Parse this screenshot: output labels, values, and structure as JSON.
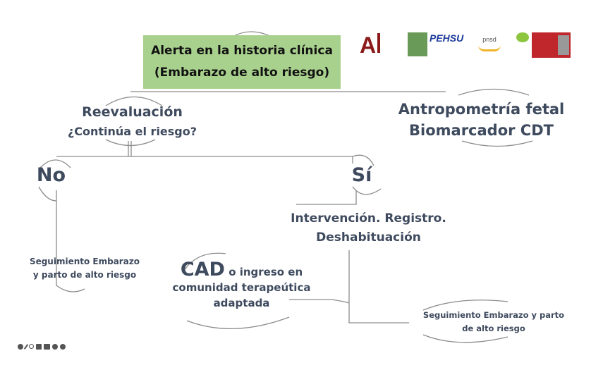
{
  "alert_box": {
    "line1": "Alerta en la historia clínica",
    "line2": "(Embarazo de alto riesgo)"
  },
  "reevaluation": {
    "line1": "Reevaluación",
    "line2": "¿Continúa el riesgo?"
  },
  "tests": {
    "line1": "Antropometría fetal",
    "line2": "Biomarcador CDT"
  },
  "no_label": "No",
  "yes_label": "Sí",
  "no_followup": {
    "line1": "Seguimiento Embarazo",
    "line2": "y parto de alto riesgo"
  },
  "intervention": {
    "line1": "Intervención. Registro.",
    "line2": "Deshabituación"
  },
  "cad": {
    "big": "CAD",
    "rest": " o ingreso en",
    "line2": "comunidad terapeútica",
    "line3": "adaptada"
  },
  "yes_followup": {
    "line1": "Seguimiento Embarazo y parto",
    "line2": "de alto riesgo"
  },
  "logos": {
    "pehsu": "PEHSU",
    "pnsd": "pnsd"
  },
  "toolbar": [
    "settings-icon",
    "pen-icon",
    "zoom-icon",
    "fullscreen-icon",
    "camera-icon",
    "minus-icon",
    "plus-icon"
  ],
  "colors": {
    "box": "#a9d18e",
    "text": "#3e4a5e",
    "lines": "#8c8c8c"
  }
}
